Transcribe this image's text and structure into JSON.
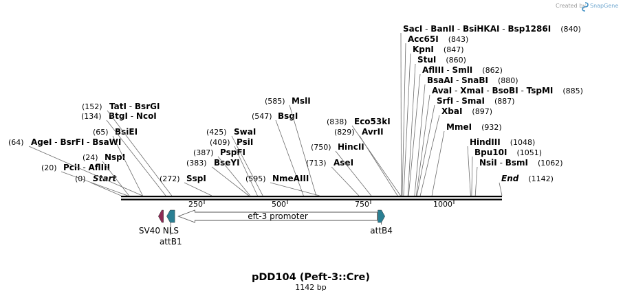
{
  "watermark": {
    "text": "Created by",
    "brand": "SnapGene"
  },
  "map": {
    "title": "pDD104 (Peft-3::Cre)",
    "length_label": "1142 bp",
    "total_bp": 1142,
    "ticks": [
      "250",
      "500",
      "750",
      "1000"
    ]
  },
  "sites": [
    {
      "pos": 0,
      "parts": [
        "Start"
      ],
      "num": "(0)",
      "kind": "end"
    },
    {
      "pos": 20,
      "parts": [
        "PciI",
        "AflIII"
      ],
      "num": "(20)"
    },
    {
      "pos": 24,
      "parts": [
        "NspI"
      ],
      "num": "(24)"
    },
    {
      "pos": 64,
      "parts": [
        "AgeI",
        "BsrFI",
        "BsaWI"
      ],
      "num": "(64)"
    },
    {
      "pos": 65,
      "parts": [
        "BsiEI"
      ],
      "num": "(65)"
    },
    {
      "pos": 134,
      "parts": [
        "BtgI",
        "NcoI"
      ],
      "num": "(134)"
    },
    {
      "pos": 152,
      "parts": [
        "TatI",
        "BsrGI"
      ],
      "num": "(152)"
    },
    {
      "pos": 272,
      "parts": [
        "SspI"
      ],
      "num": "(272)"
    },
    {
      "pos": 383,
      "parts": [
        "BseYI"
      ],
      "num": "(383)"
    },
    {
      "pos": 387,
      "parts": [
        "PspFI"
      ],
      "num": "(387)"
    },
    {
      "pos": 409,
      "parts": [
        "PsiI"
      ],
      "num": "(409)"
    },
    {
      "pos": 425,
      "parts": [
        "SwaI"
      ],
      "num": "(425)"
    },
    {
      "pos": 547,
      "parts": [
        "BsgI"
      ],
      "num": "(547)"
    },
    {
      "pos": 585,
      "parts": [
        "MslI"
      ],
      "num": "(585)"
    },
    {
      "pos": 595,
      "parts": [
        "NmeAIII"
      ],
      "num": "(595)"
    },
    {
      "pos": 713,
      "parts": [
        "AseI"
      ],
      "num": "(713)"
    },
    {
      "pos": 750,
      "parts": [
        "HincII"
      ],
      "num": "(750)"
    },
    {
      "pos": 829,
      "parts": [
        "AvrII"
      ],
      "num": "(829)"
    },
    {
      "pos": 838,
      "parts": [
        "Eco53kI"
      ],
      "num": "(838)"
    },
    {
      "pos": 840,
      "parts": [
        "SacI",
        "BanII",
        "BsiHKAI",
        "Bsp1286I"
      ],
      "num": "(840)"
    },
    {
      "pos": 843,
      "parts": [
        "Acc65I"
      ],
      "num": "(843)"
    },
    {
      "pos": 847,
      "parts": [
        "KpnI"
      ],
      "num": "(847)"
    },
    {
      "pos": 860,
      "parts": [
        "StuI"
      ],
      "num": "(860)"
    },
    {
      "pos": 862,
      "parts": [
        "AflIII",
        "SmlI"
      ],
      "num": "(862)"
    },
    {
      "pos": 880,
      "parts": [
        "BsaAI",
        "SnaBI"
      ],
      "num": "(880)"
    },
    {
      "pos": 885,
      "parts": [
        "AvaI",
        "XmaI",
        "BsoBI",
        "TspMI"
      ],
      "num": "(885)"
    },
    {
      "pos": 887,
      "parts": [
        "SrfI",
        "SmaI"
      ],
      "num": "(887)"
    },
    {
      "pos": 897,
      "parts": [
        "XbaI"
      ],
      "num": "(897)"
    },
    {
      "pos": 932,
      "parts": [
        "MmeI"
      ],
      "num": "(932)"
    },
    {
      "pos": 1048,
      "parts": [
        "HindIII"
      ],
      "num": "(1048)"
    },
    {
      "pos": 1051,
      "parts": [
        "Bpu10I"
      ],
      "num": "(1051)"
    },
    {
      "pos": 1062,
      "parts": [
        "NsiI",
        "BsmI"
      ],
      "num": "(1062)"
    },
    {
      "pos": 1142,
      "parts": [
        "End"
      ],
      "num": "(1142)",
      "kind": "end"
    }
  ],
  "features": [
    {
      "name": "SV40 NLS",
      "color": "#8e2a55",
      "start": 112,
      "end": 127,
      "direction": "reverse"
    },
    {
      "name": "attB1",
      "color": "#2a7f93",
      "start": 137,
      "end": 161,
      "direction": "reverse"
    },
    {
      "name": "eft-3 promoter",
      "color": "#ffffff",
      "start": 172,
      "end": 768,
      "direction": "reverse"
    },
    {
      "name": "attB4",
      "color": "#2a7f93",
      "start": 770,
      "end": 791,
      "direction": "forward"
    }
  ],
  "colors": {
    "backbone": "#000000",
    "leader": "#6b6b6b",
    "brand": "#3f8fc4"
  }
}
